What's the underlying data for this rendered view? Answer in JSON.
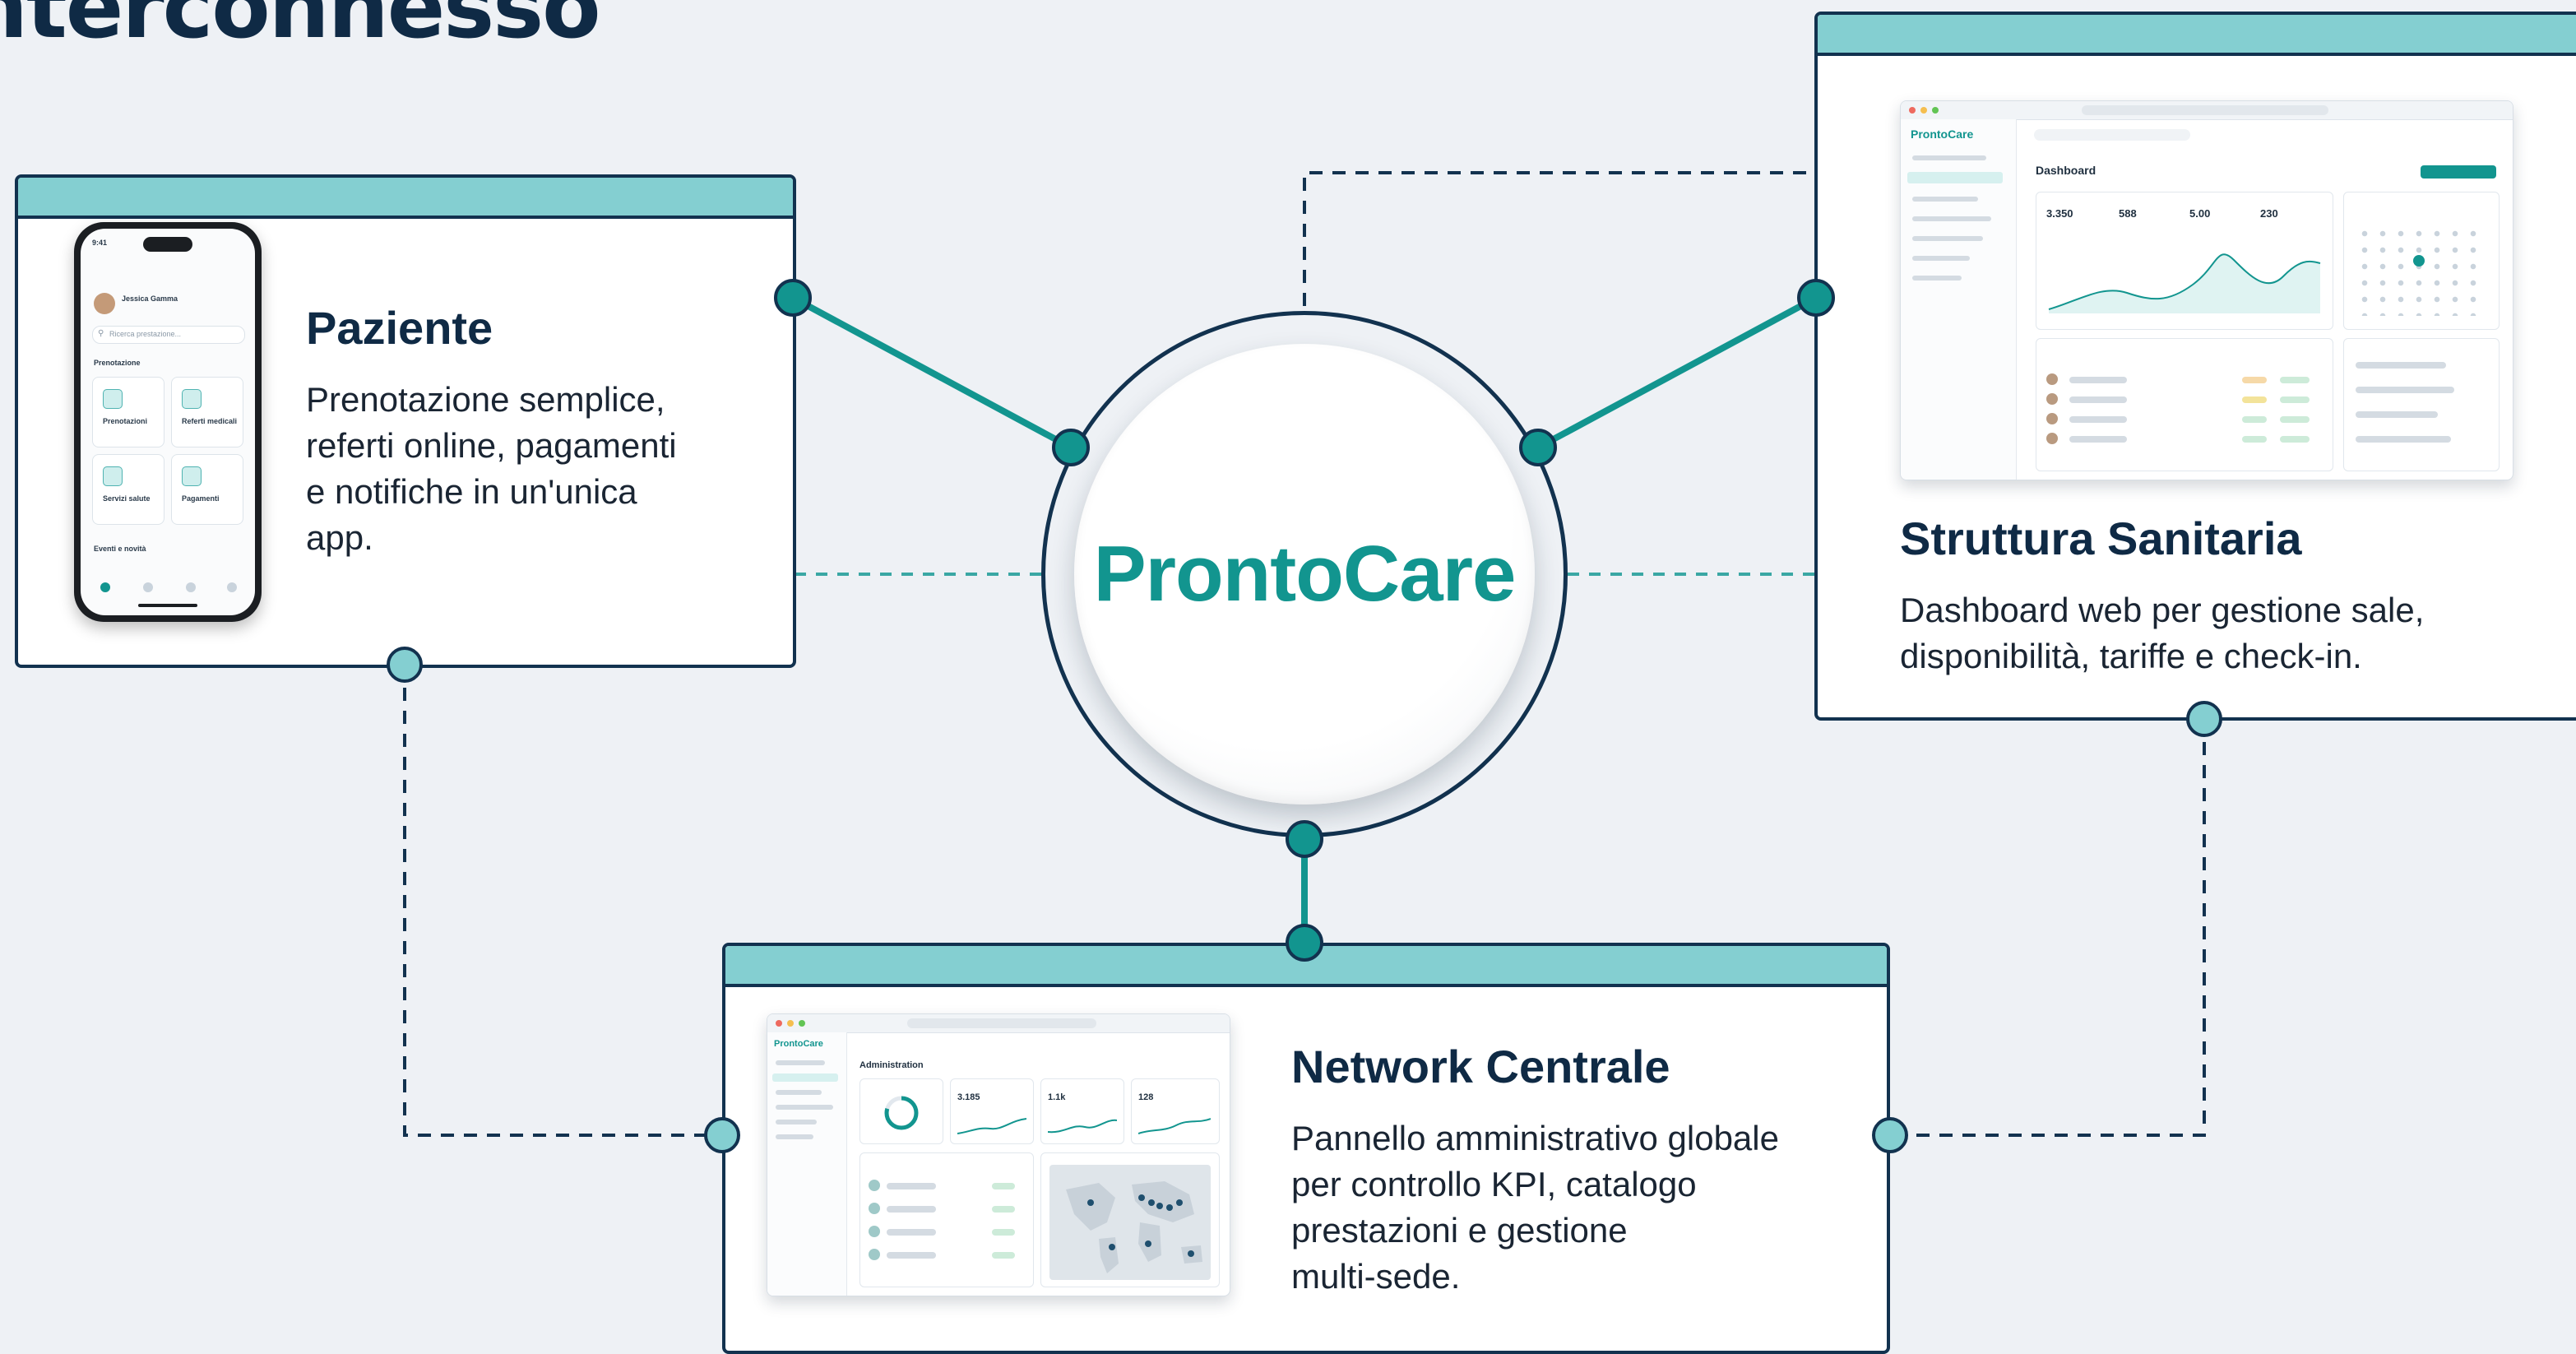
{
  "page": {
    "title": "nterconnesso"
  },
  "colors": {
    "navy": "#12324f",
    "teal": "#12958f",
    "teal_light": "#84cfd1",
    "background": "#eef1f5"
  },
  "hub": {
    "name": "ProntoCare"
  },
  "cards": {
    "patient": {
      "title": "Paziente",
      "desc_lines": [
        "Prenotazione semplice,",
        "referti online, pagamenti",
        "e notifiche in un'unica",
        "app."
      ]
    },
    "facility": {
      "title": "Struttura Sanitaria",
      "desc_lines": [
        "Dashboard web per gestione sale,",
        "disponibilità, tariffe e check-in."
      ]
    },
    "network": {
      "title": "Network Centrale",
      "desc_lines": [
        "Pannello amministrativo globale",
        "per controllo KPI, catalogo",
        "prestazioni e gestione",
        "multi-sede."
      ]
    }
  },
  "mockups": {
    "facility": {
      "brand": "ProntoCare",
      "heading": "Dashboard",
      "kpis": [
        "3.350",
        "588",
        "5.00",
        "230"
      ]
    },
    "network": {
      "brand": "ProntoCare",
      "heading": "Administration",
      "kpis": [
        "3.185",
        "1.1k",
        "128"
      ]
    },
    "phone": {
      "time": "9:41",
      "user": "Jessica Gamma",
      "search_placeholder": "Ricerca prestazione...",
      "section": "Prenotazione",
      "tiles": [
        "Prenotazioni",
        "Referti medicali",
        "Servizi salute",
        "Pagamenti"
      ],
      "footer_section": "Eventi e novità"
    }
  }
}
